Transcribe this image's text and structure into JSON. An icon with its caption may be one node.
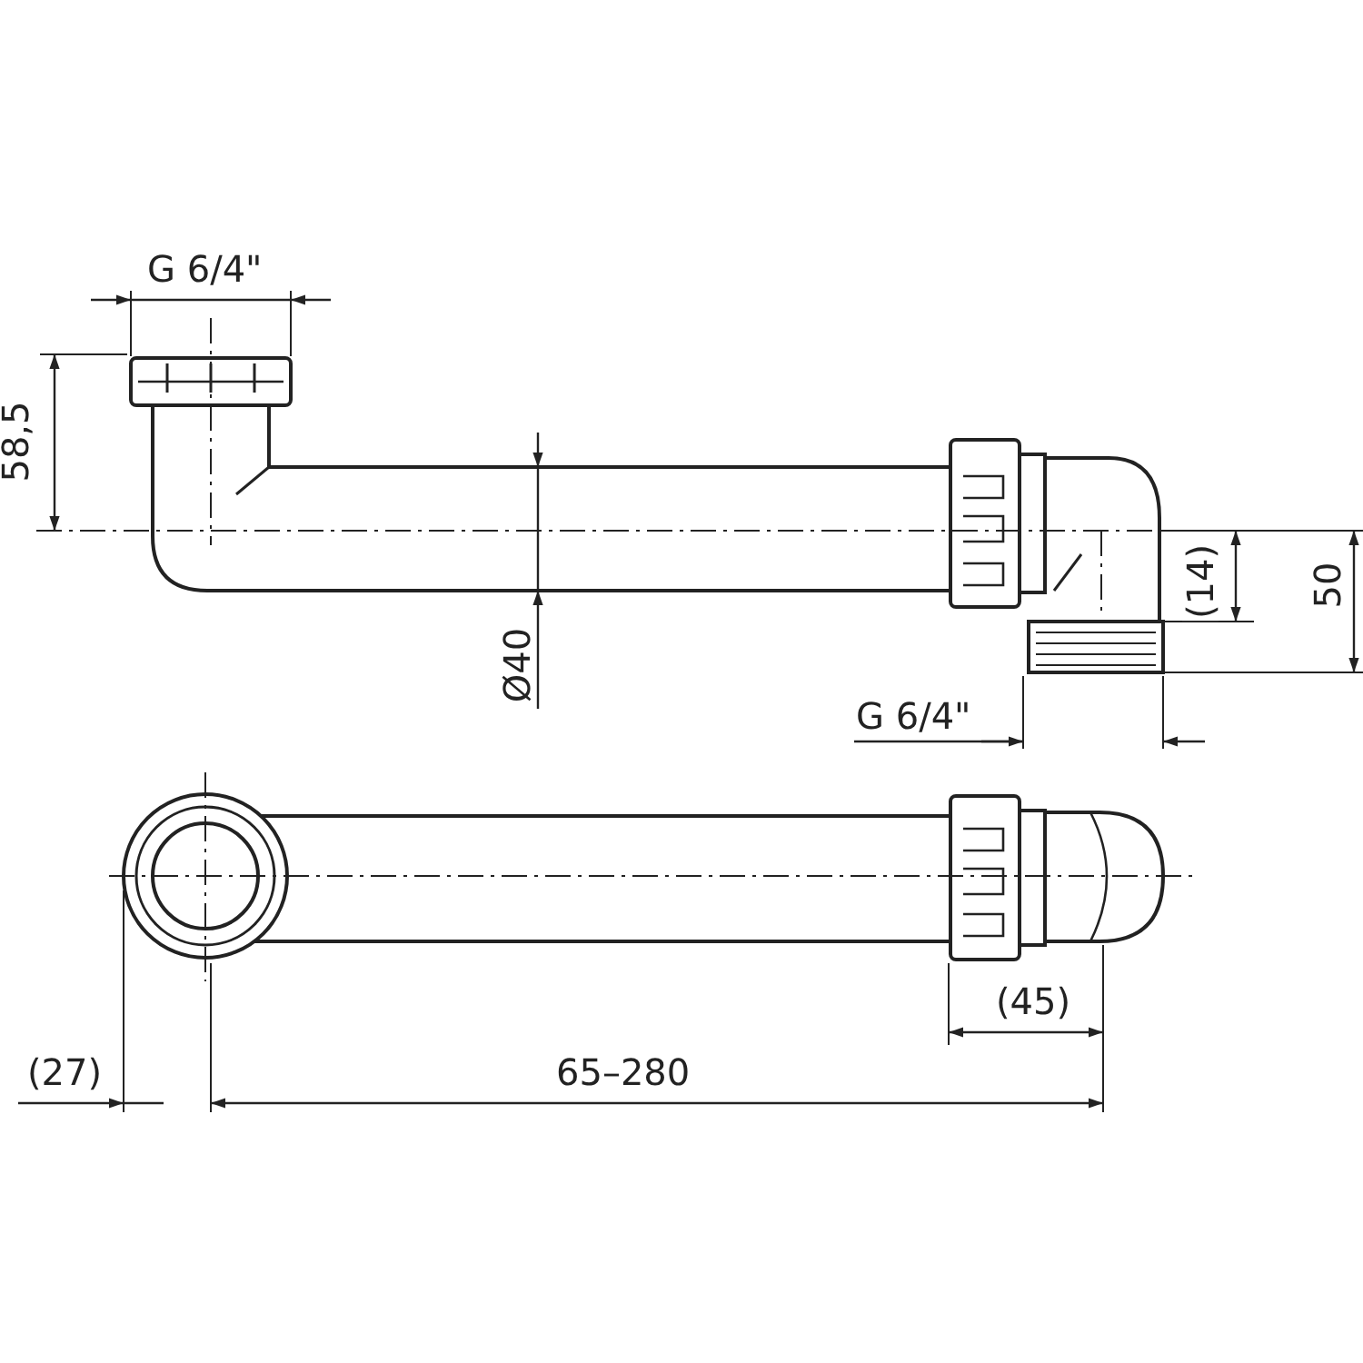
{
  "diagram": {
    "labels": [
      "G 6/4\"",
      "58,5",
      "Ø40",
      "(14)",
      "50",
      "G 6/4\"",
      "(45)",
      "(27)",
      "65–280"
    ]
  }
}
